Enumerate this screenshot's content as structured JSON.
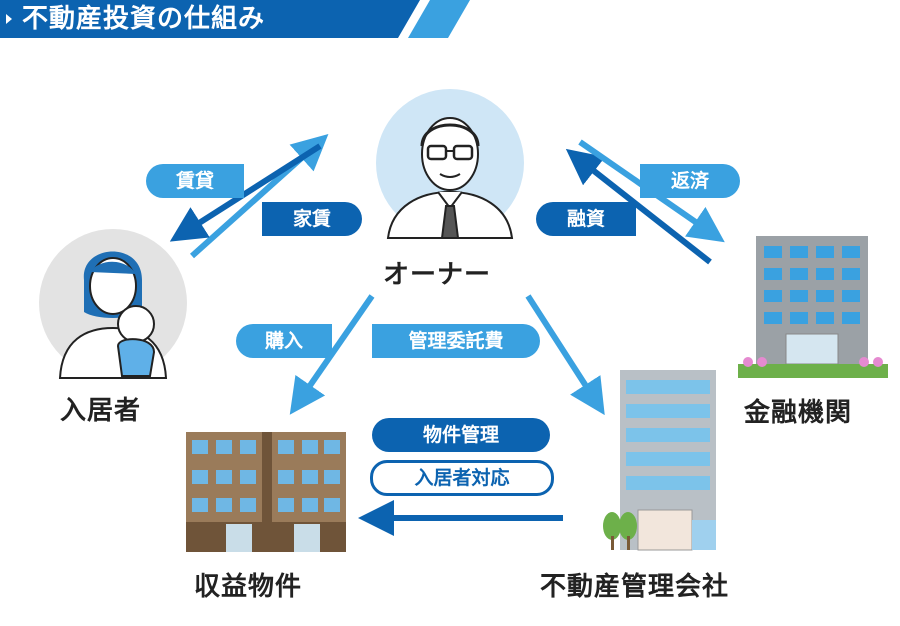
{
  "title": "不動産投資の仕組み",
  "nodes": {
    "owner": "オーナー",
    "tenant": "入居者",
    "bank": "金融機関",
    "property": "収益物件",
    "management": "不動産管理会社"
  },
  "flows": {
    "lease": "賃貸",
    "rent": "家賃",
    "repayment": "返済",
    "financing": "融資",
    "purchase": "購入",
    "management_fee": "管理委託費",
    "property_management": "物件管理",
    "tenant_support": "入居者対応"
  },
  "colors": {
    "light_blue": "#3aa1e0",
    "dark_blue": "#0c63b0",
    "text": "#222222"
  }
}
